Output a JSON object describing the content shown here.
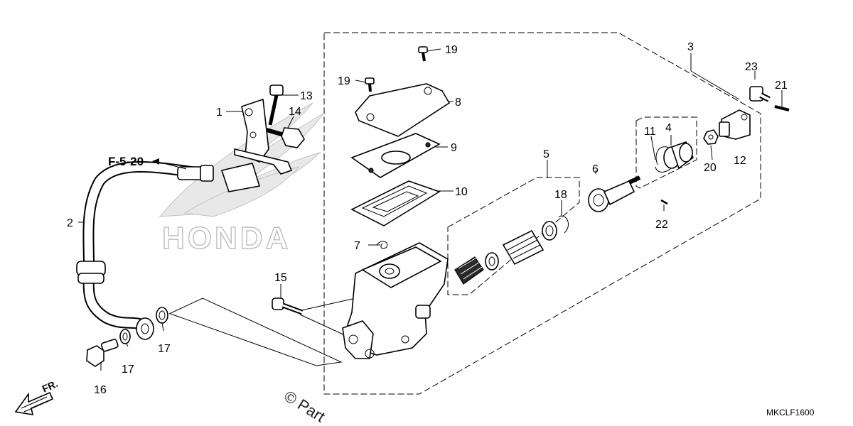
{
  "diagram": {
    "callouts": {
      "c1": "1",
      "c2": "2",
      "c3": "3",
      "c4": "4",
      "c5": "5",
      "c6": "6",
      "c7": "7",
      "c8": "8",
      "c9": "9",
      "c10": "10",
      "c11": "11",
      "c12": "12",
      "c13": "13",
      "c14": "14",
      "c15": "15",
      "c16": "16",
      "c17a": "17",
      "c17b": "17",
      "c18": "18",
      "c19a": "19",
      "c19b": "19",
      "c20": "20",
      "c21": "21",
      "c22": "22",
      "c23": "23"
    },
    "reference": "F-5-20",
    "front_marker": "FR.",
    "diagram_code": "MKCLF1600",
    "copyright": "© Part",
    "watermark": "HONDA"
  },
  "colors": {
    "ink": "#000000",
    "background": "#ffffff",
    "watermark": "#e6e6e6"
  },
  "icons": [
    "front-arrow-icon",
    "honda-wing-logo"
  ]
}
